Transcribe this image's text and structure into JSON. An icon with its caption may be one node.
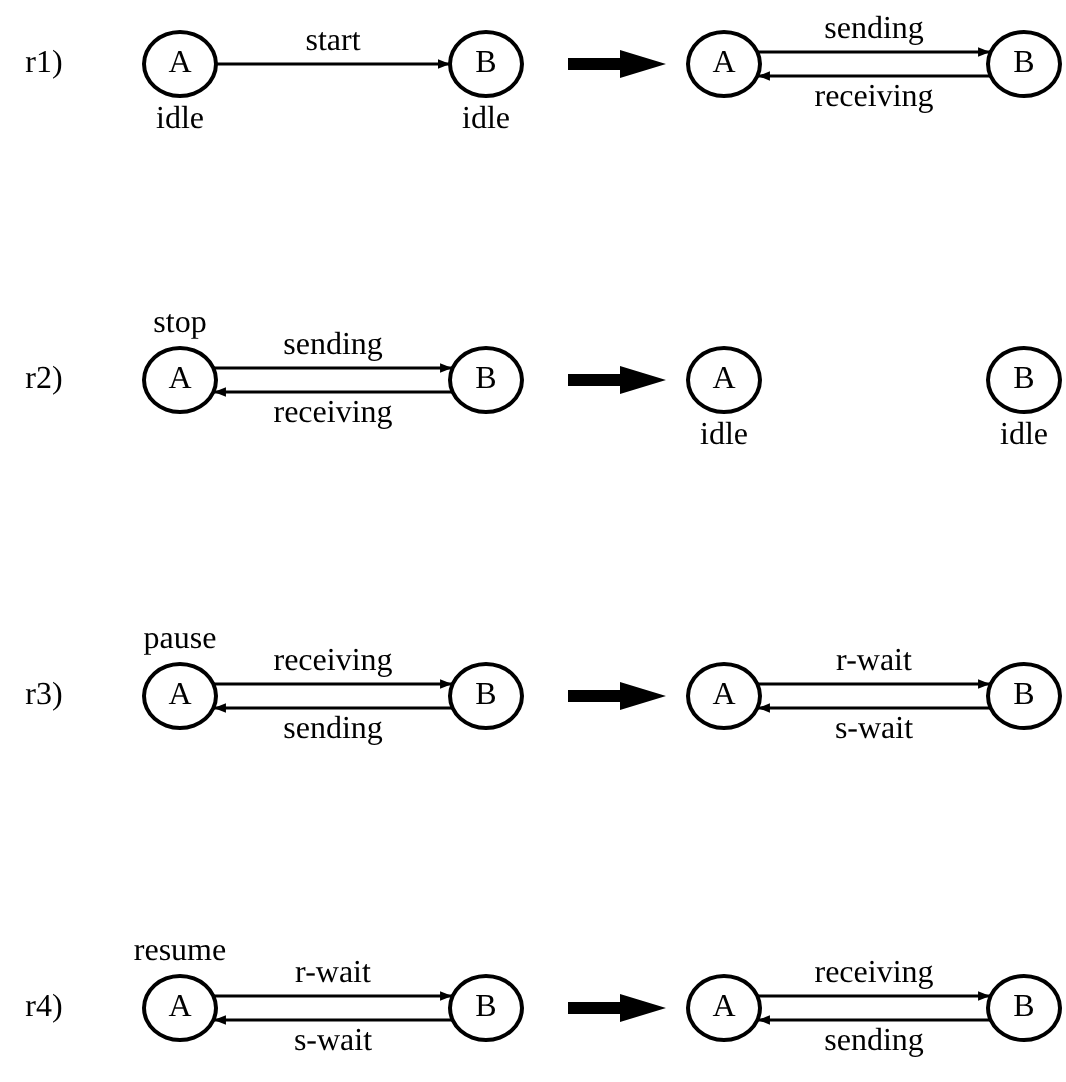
{
  "diagram": {
    "nodes": [
      {
        "text": [],
        "shape": "picture"
      },
      {
        "text": [
          "A"
        ],
        "beside": [
          "idle"
        ],
        "in": 0
      },
      {
        "text": [
          "B"
        ],
        "beside": [
          "idle"
        ],
        "in": 0
      },
      {
        "text": [],
        "shape": "picture"
      },
      {
        "text": [
          "A"
        ],
        "in": 3
      },
      {
        "text": [
          "B"
        ],
        "in": 3
      },
      {
        "text": [],
        "shape": "picture"
      },
      {
        "text": [
          "A"
        ],
        "beside": [
          "stop"
        ],
        "in": 6
      },
      {
        "text": [
          "B"
        ],
        "in": 6
      },
      {
        "text": [],
        "shape": "picture"
      },
      {
        "text": [
          "A"
        ],
        "beside": [
          "idle"
        ],
        "in": 9
      },
      {
        "text": [
          "B"
        ],
        "beside": [
          "idle"
        ],
        "in": 9
      },
      {
        "text": [],
        "shape": "picture"
      },
      {
        "text": [
          "A"
        ],
        "beside": [
          "pause"
        ],
        "in": 12
      },
      {
        "text": [
          "B"
        ],
        "in": 12
      },
      {
        "text": [],
        "shape": "picture"
      },
      {
        "text": [
          "A"
        ],
        "in": 15
      },
      {
        "text": [
          "B"
        ],
        "in": 15
      },
      {
        "text": [],
        "shape": "picture"
      },
      {
        "text": [
          "A"
        ],
        "beside": [
          "resume"
        ],
        "in": 18
      },
      {
        "text": [
          "B"
        ],
        "in": 18
      },
      {
        "text": [],
        "shape": "picture"
      },
      {
        "text": [
          "A"
        ],
        "in": 21
      },
      {
        "text": [
          "B"
        ],
        "in": 21
      }
    ],
    "edges": [
      {
        "from": 1,
        "to": 2,
        "arrow": "to",
        "label": "start"
      },
      {
        "from": 0,
        "to": 3,
        "arrow": "to",
        "style": "thick"
      },
      {
        "from": 4,
        "to": 5,
        "arrow": "to",
        "label": "sending"
      },
      {
        "from": 5,
        "to": 4,
        "arrow": "to",
        "label": "receiving"
      },
      {
        "from": 7,
        "to": 8,
        "arrow": "to",
        "label": "sending"
      },
      {
        "from": 8,
        "to": 7,
        "arrow": "to",
        "label": "receiving"
      },
      {
        "from": 6,
        "to": 9,
        "arrow": "to",
        "style": "thick"
      },
      {
        "from": 13,
        "to": 14,
        "arrow": "to",
        "label": "receiving"
      },
      {
        "from": 14,
        "to": 13,
        "arrow": "to",
        "label": "sending"
      },
      {
        "from": 12,
        "to": 15,
        "arrow": "to",
        "style": "thick"
      },
      {
        "from": 16,
        "to": 17,
        "arrow": "to",
        "label": "r-wait"
      },
      {
        "from": 17,
        "to": 16,
        "arrow": "to",
        "label": "s-wait"
      },
      {
        "from": 19,
        "to": 20,
        "arrow": "to",
        "label": "r-wait"
      },
      {
        "from": 20,
        "to": 19,
        "arrow": "to",
        "label": "s-wait"
      },
      {
        "from": 18,
        "to": 21,
        "arrow": "to",
        "style": "thick"
      },
      {
        "from": 22,
        "to": 23,
        "arrow": "to",
        "label": "receiving"
      },
      {
        "from": 23,
        "to": 22,
        "arrow": "to",
        "label": "sending"
      }
    ],
    "labels": [
      "r1)",
      "r2)",
      "r3)",
      "r4)"
    ]
  }
}
